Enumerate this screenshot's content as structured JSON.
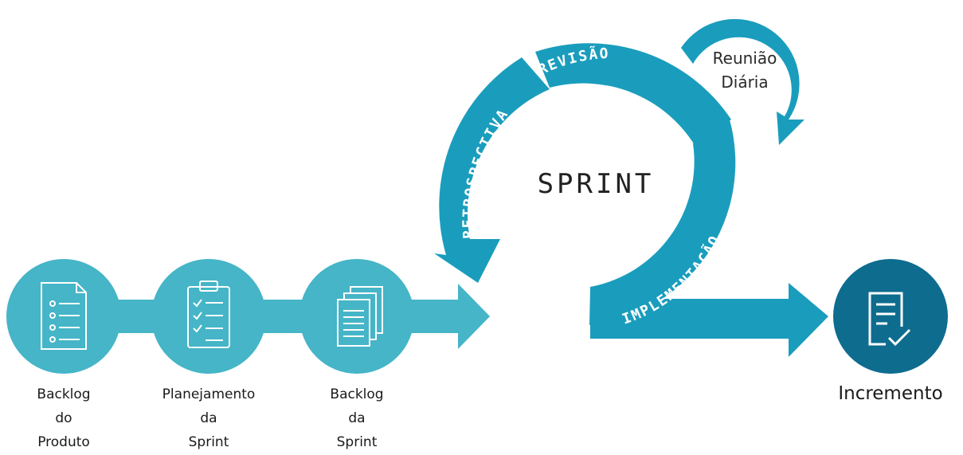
{
  "colors": {
    "teal_light": "#45b5c7",
    "teal": "#1a9dbd",
    "teal_dark": "#0f84a8",
    "navy": "#0e6c8f"
  },
  "stages": [
    {
      "icon": "product-backlog-list-icon",
      "lines": [
        "Backlog",
        "do",
        "Produto"
      ]
    },
    {
      "icon": "clipboard-checklist-icon",
      "lines": [
        "Planejamento",
        "da",
        "Sprint"
      ]
    },
    {
      "icon": "stacked-documents-icon",
      "lines": [
        "Backlog",
        "da",
        "Sprint"
      ]
    }
  ],
  "cycle": {
    "center": "SPRINT",
    "review": "REVISÃO",
    "retrospective": "RETROSPECTIVA",
    "implementation": "IMPLEMENTAÇÃO",
    "daily_line1": "Reunião",
    "daily_line2": "Diária"
  },
  "result": {
    "icon": "checked-document-icon",
    "label": "Incremento"
  }
}
